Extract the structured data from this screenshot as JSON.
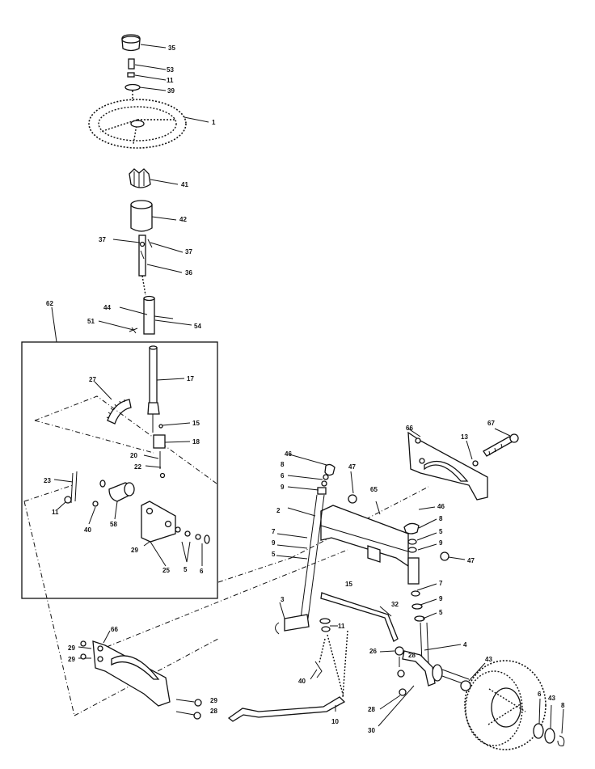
{
  "callouts": [
    {
      "id": "c-35",
      "text": "35"
    },
    {
      "id": "c-53",
      "text": "53"
    },
    {
      "id": "c-11a",
      "text": "11"
    },
    {
      "id": "c-39",
      "text": "39"
    },
    {
      "id": "c-1",
      "text": "1"
    },
    {
      "id": "c-41",
      "text": "41"
    },
    {
      "id": "c-42",
      "text": "42"
    },
    {
      "id": "c-37a",
      "text": "37"
    },
    {
      "id": "c-37b",
      "text": "37"
    },
    {
      "id": "c-36",
      "text": "36"
    },
    {
      "id": "c-62",
      "text": "62"
    },
    {
      "id": "c-44",
      "text": "44"
    },
    {
      "id": "c-51",
      "text": "51"
    },
    {
      "id": "c-54",
      "text": "54"
    },
    {
      "id": "c-17",
      "text": "17"
    },
    {
      "id": "c-27",
      "text": "27"
    },
    {
      "id": "c-15",
      "text": "15"
    },
    {
      "id": "c-18",
      "text": "18"
    },
    {
      "id": "c-20",
      "text": "20"
    },
    {
      "id": "c-22",
      "text": "22"
    },
    {
      "id": "c-23",
      "text": "23"
    },
    {
      "id": "c-11b",
      "text": "11"
    },
    {
      "id": "c-40a",
      "text": "40"
    },
    {
      "id": "c-58",
      "text": "58"
    },
    {
      "id": "c-29a",
      "text": "29"
    },
    {
      "id": "c-25",
      "text": "25"
    },
    {
      "id": "c-5a",
      "text": "5"
    },
    {
      "id": "c-6a",
      "text": "6"
    },
    {
      "id": "c-66a",
      "text": "66"
    },
    {
      "id": "c-13",
      "text": "13"
    },
    {
      "id": "c-67",
      "text": "67"
    },
    {
      "id": "c-46a",
      "text": "46"
    },
    {
      "id": "c-8a",
      "text": "8"
    },
    {
      "id": "c-6b",
      "text": "6"
    },
    {
      "id": "c-9a",
      "text": "9"
    },
    {
      "id": "c-47a",
      "text": "47"
    },
    {
      "id": "c-65",
      "text": "65"
    },
    {
      "id": "c-2",
      "text": "2"
    },
    {
      "id": "c-7a",
      "text": "7"
    },
    {
      "id": "c-9b",
      "text": "9"
    },
    {
      "id": "c-5b",
      "text": "5"
    },
    {
      "id": "c-46b",
      "text": "46"
    },
    {
      "id": "c-8b",
      "text": "8"
    },
    {
      "id": "c-5c",
      "text": "5"
    },
    {
      "id": "c-9c",
      "text": "9"
    },
    {
      "id": "c-47b",
      "text": "47"
    },
    {
      "id": "c-15b",
      "text": "15"
    },
    {
      "id": "c-7b",
      "text": "7"
    },
    {
      "id": "c-9d",
      "text": "9"
    },
    {
      "id": "c-5d",
      "text": "5"
    },
    {
      "id": "c-3",
      "text": "3"
    },
    {
      "id": "c-32",
      "text": "32"
    },
    {
      "id": "c-11c",
      "text": "11"
    },
    {
      "id": "c-4",
      "text": "4"
    },
    {
      "id": "c-26",
      "text": "26"
    },
    {
      "id": "c-43a",
      "text": "43"
    },
    {
      "id": "c-40b",
      "text": "40"
    },
    {
      "id": "c-66b",
      "text": "66"
    },
    {
      "id": "c-29b",
      "text": "29"
    },
    {
      "id": "c-29c",
      "text": "29"
    },
    {
      "id": "c-28a",
      "text": "28"
    },
    {
      "id": "c-6c",
      "text": "6"
    },
    {
      "id": "c-43b",
      "text": "43"
    },
    {
      "id": "c-8c",
      "text": "8"
    },
    {
      "id": "c-29d",
      "text": "29"
    },
    {
      "id": "c-28b",
      "text": "28"
    },
    {
      "id": "c-10",
      "text": "10"
    },
    {
      "id": "c-28c",
      "text": "28"
    },
    {
      "id": "c-30",
      "text": "30"
    }
  ]
}
